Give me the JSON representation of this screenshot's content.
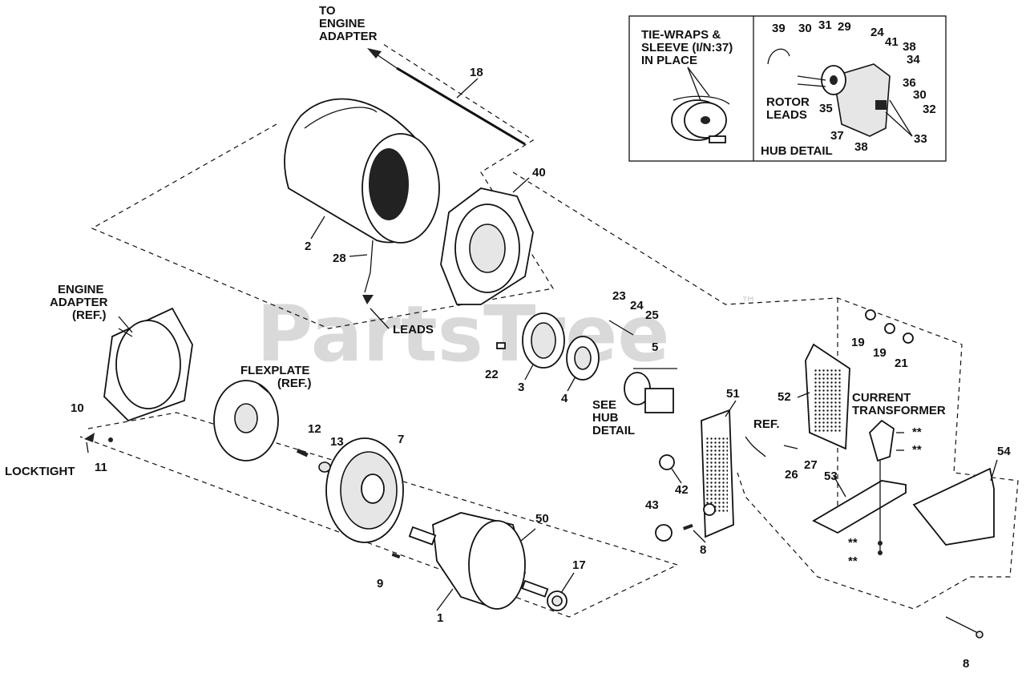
{
  "watermark": {
    "text": "PartsTree",
    "mark": "™"
  },
  "labels": {
    "to_engine_adapter": [
      "TO",
      "ENGINE",
      "ADAPTER"
    ],
    "engine_adapter_ref": [
      "ENGINE",
      "ADAPTER",
      "(REF.)"
    ],
    "flexplate_ref": [
      "FLEXPLATE",
      "(REF.)"
    ],
    "locktight": "LOCKTIGHT",
    "leads": "LEADS",
    "see_hub_detail": [
      "SEE",
      "HUB",
      "DETAIL"
    ],
    "ref": "REF.",
    "current_transformer": [
      "CURRENT",
      "TRANSFORMER"
    ]
  },
  "inset_left": {
    "caption": [
      "TIE-WRAPS &",
      "SLEEVE (I/N:37)",
      "IN PLACE"
    ]
  },
  "inset_right": {
    "caption": "HUB DETAIL",
    "rotor_leads": [
      "ROTOR",
      "LEADS"
    ],
    "callouts": [
      "39",
      "30",
      "31",
      "29",
      "24",
      "41",
      "38",
      "34",
      "36",
      "30",
      "32",
      "35",
      "37",
      "38",
      "33"
    ]
  },
  "callouts": [
    "18",
    "2",
    "28",
    "40",
    "23",
    "24",
    "25",
    "5",
    "22",
    "3",
    "4",
    "19",
    "19",
    "21",
    "52",
    "51",
    "10",
    "11",
    "12",
    "13",
    "7",
    "50",
    "9",
    "1",
    "17",
    "42",
    "43",
    "8",
    "26",
    "27",
    "53",
    "54",
    "**",
    "**",
    "**",
    "**",
    "8"
  ]
}
